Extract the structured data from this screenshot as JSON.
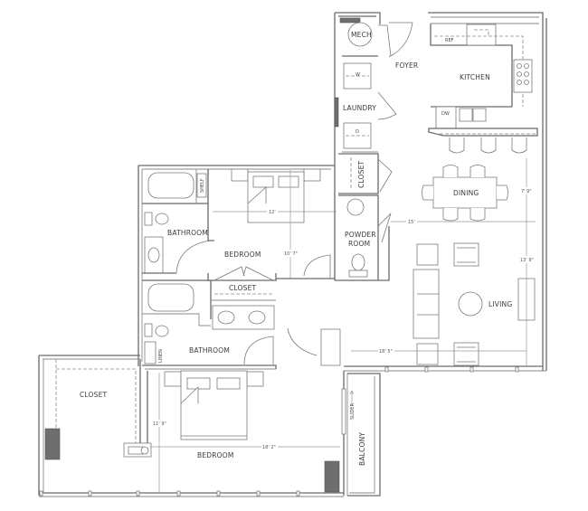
{
  "floorplan": {
    "rooms": {
      "mech": "MECH",
      "foyer": "FOYER",
      "kitchen": "KITCHEN",
      "laundry": "LAUNDRY",
      "closet_hall": "CLOSET",
      "powder_room_line1": "POWDER",
      "powder_room_line2": "ROOM",
      "dining": "DINING",
      "living": "LIVING",
      "bathroom_upper": "BATHROOM",
      "bedroom_upper": "BEDROOM",
      "closet_upper": "CLOSET",
      "bathroom_lower": "BATHROOM",
      "closet_master": "CLOSET",
      "bedroom_master": "BEDROOM",
      "balcony": "BALCONY"
    },
    "fixtures": {
      "ref": "REF",
      "dw": "DW",
      "washer": "W",
      "dryer": "D",
      "shelf": "SHELF",
      "linen": "LINEN",
      "slider": "SLIDER"
    },
    "dimensions": {
      "bedroom_upper_width": "12'",
      "bedroom_upper_depth": "10' 7\"",
      "dining_living_width": "15'",
      "dining_depth": "7' 9\"",
      "living_depth": "13' 9\"",
      "living_width": "18' 5\"",
      "master_bedroom_depth": "11' 9\"",
      "master_bedroom_width": "18' 2\""
    },
    "colors": {
      "wall": "#6a6a6a",
      "column": "#6e6e6e",
      "text": "#3a3a3a"
    }
  }
}
